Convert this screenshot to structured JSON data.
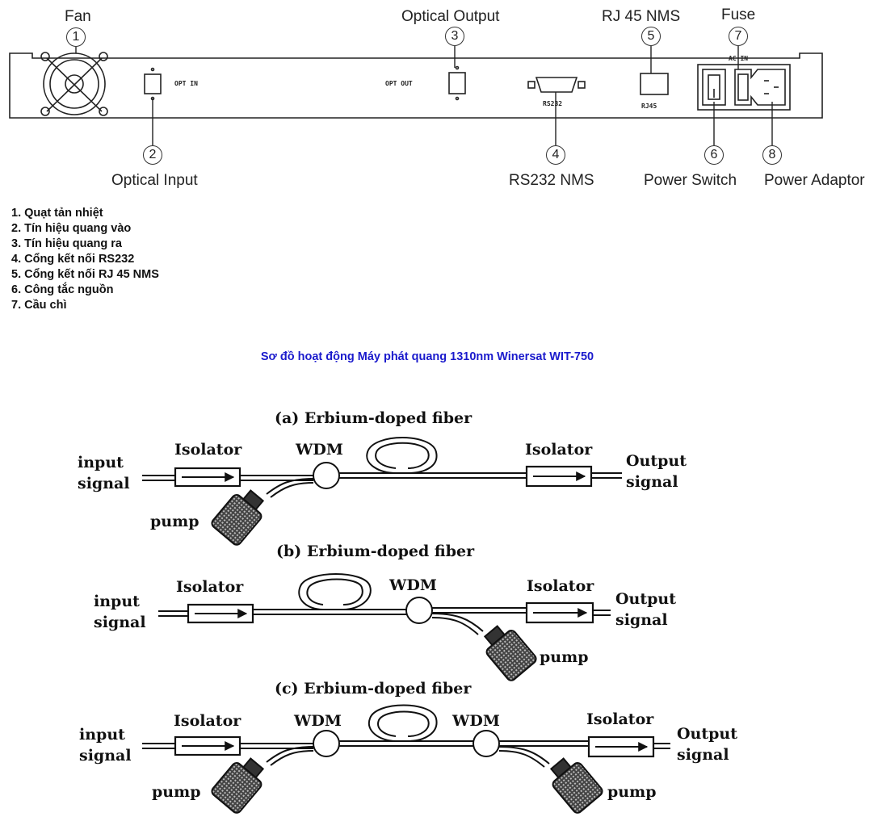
{
  "panel": {
    "labels": {
      "fan": "Fan",
      "optical_output": "Optical Output",
      "rj45_nms": "RJ 45 NMS",
      "fuse": "Fuse",
      "optical_input": "Optical Input",
      "rs232_nms": "RS232 NMS",
      "power_switch": "Power Switch",
      "power_adaptor": "Power Adaptor"
    },
    "callouts": [
      "1",
      "2",
      "3",
      "4",
      "5",
      "6",
      "7",
      "8"
    ],
    "silkscreen": {
      "opt_in": "OPT IN",
      "opt_out": "OPT OUT",
      "rs232": "RS232",
      "rj45": "RJ45",
      "ac_in": "AC IN"
    }
  },
  "legend": [
    "1. Quạt tản nhiệt",
    "2. Tín hiệu quang vào",
    "3. Tín hiệu quang ra",
    "4. Cổng kết nối RS232",
    "5. Cổng kết nối RJ 45 NMS",
    "6. Công tắc nguồn",
    "7. Cầu chì"
  ],
  "caption": "Sơ đồ hoạt động Máy phát quang 1310nm Winersat WIT-750",
  "diagrams": {
    "a": {
      "title": "(a)  Erbium-doped fiber",
      "input1": "input",
      "input2": "signal",
      "isolator1": "Isolator",
      "wdm": "WDM",
      "isolator2": "Isolator",
      "output1": "Output",
      "output2": "signal",
      "pump": "pump"
    },
    "b": {
      "title": "(b)  Erbium-doped fiber",
      "input1": "input",
      "input2": "signal",
      "isolator1": "Isolator",
      "wdm": "WDM",
      "isolator2": "Isolator",
      "output1": "Output",
      "output2": "signal",
      "pump": "pump"
    },
    "c": {
      "title": "(c)  Erbium-doped fiber",
      "input1": "input",
      "input2": "signal",
      "isolator1": "Isolator",
      "wdm1": "WDM",
      "wdm2": "WDM",
      "isolator2": "Isolator",
      "output1": "Output",
      "output2": "signal",
      "pump1": "pump",
      "pump2": "pump"
    }
  },
  "colors": {
    "caption": "#1a1acc",
    "line": "#222222"
  }
}
